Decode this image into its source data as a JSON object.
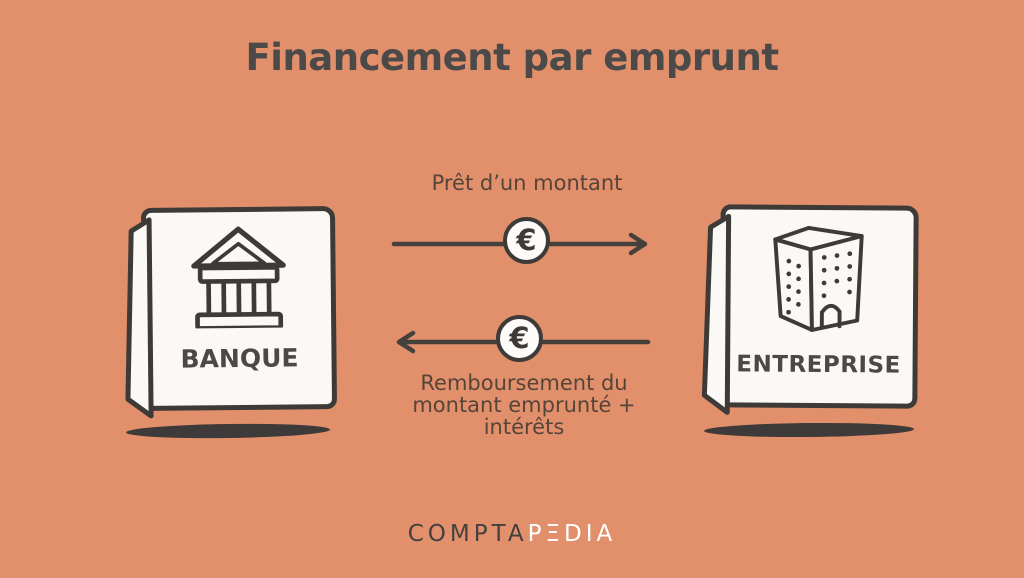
{
  "title": "Financement par emprunt",
  "colors": {
    "background": "#e2906c",
    "card_fill": "#fbf9f6",
    "outline": "#3e3a37",
    "title_text": "#4b4a49",
    "flow_label_text": "#574439",
    "shadow": "#3e3a3a",
    "logo_dark": "#44403e",
    "logo_light": "#ffffff"
  },
  "euro_symbol": "€",
  "entities": {
    "bank": {
      "label": "BANQUE",
      "icon": "bank-building-icon"
    },
    "company": {
      "label": "ENTREPRISE",
      "icon": "office-building-icon"
    }
  },
  "flows": {
    "loan": {
      "label": "Prêt d’un montant",
      "direction": "left-to-right",
      "from": "BANQUE",
      "to": "ENTREPRISE"
    },
    "repayment": {
      "label": "Remboursement du montant emprunté + intérêts",
      "direction": "right-to-left",
      "from": "ENTREPRISE",
      "to": "BANQUE"
    }
  },
  "logo": {
    "part1": "COMPTA",
    "part2": "PΞDIA"
  }
}
